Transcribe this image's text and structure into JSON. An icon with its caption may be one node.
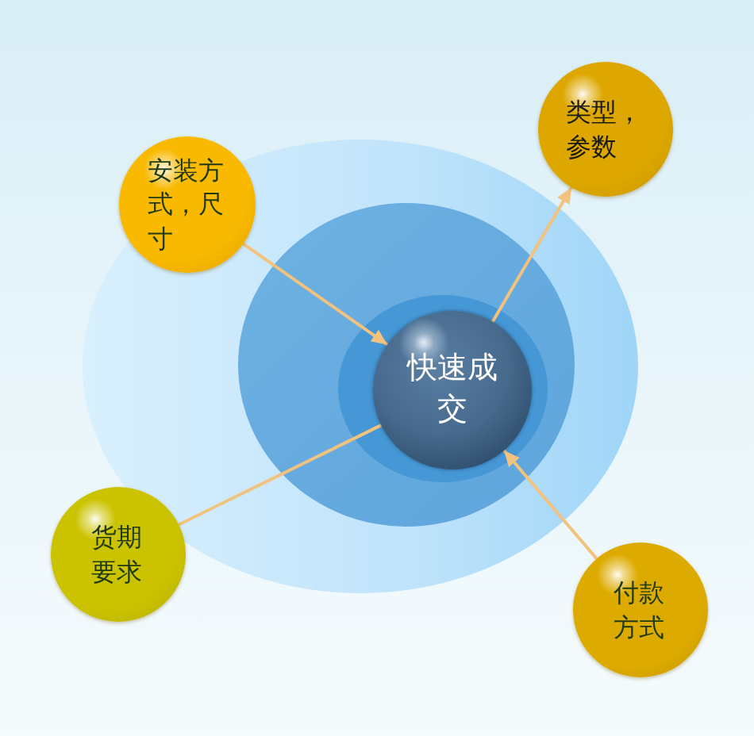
{
  "diagram": {
    "nodes": [
      {
        "text": [
          "安装方式，尺寸"
        ]
      },
      {
        "text": [
          "类型，参数"
        ]
      },
      {
        "text": [
          "快速成交"
        ]
      },
      {
        "text": [
          "货期要求"
        ]
      },
      {
        "text": [
          "付款方式"
        ]
      }
    ],
    "edges": [
      {
        "from": 0,
        "to": 2,
        "arrow": "to"
      },
      {
        "from": 2,
        "to": 1,
        "arrow": "to"
      },
      {
        "from": 3,
        "to": 2,
        "arrow": "none"
      },
      {
        "from": 4,
        "to": 2,
        "arrow": "to"
      }
    ]
  }
}
